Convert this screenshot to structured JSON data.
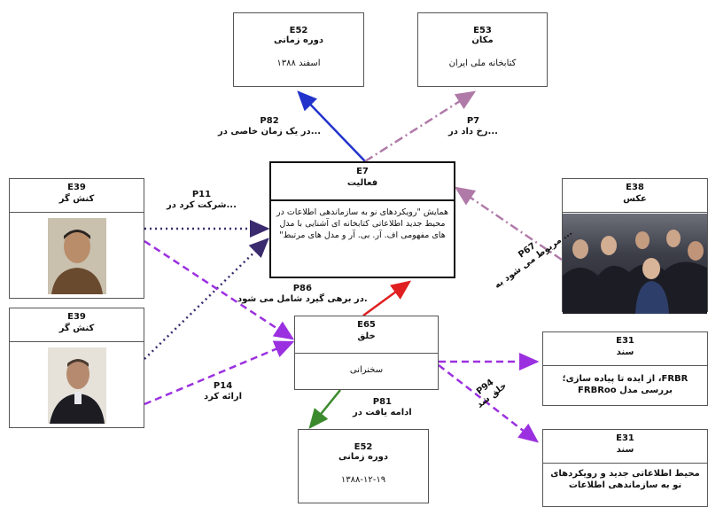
{
  "nodes": {
    "e52_top": {
      "code": "E52",
      "title": "دوره زمانی",
      "value": "اسفند ۱۳۸۸"
    },
    "e53": {
      "code": "E53",
      "title": "مکان",
      "value": "کتابخانه ملی ایران"
    },
    "e7": {
      "code": "E7",
      "title": "فعالیت",
      "value": "همایش \"رویکردهای نو به سازماندهی اطلاعات در محیط جدید اطلاعاتی کتابخانه ای آشنایی با مدل های مفهومی اف. آر. بی. آر و مدل های مرتبط\""
    },
    "e39_a": {
      "code": "E39",
      "title": "کنش گر"
    },
    "e39_b": {
      "code": "E39",
      "title": "کنش گر"
    },
    "e38": {
      "code": "E38",
      "title": "عکس"
    },
    "e65": {
      "code": "E65",
      "title": "خلق",
      "value": "سخنرانی"
    },
    "e31_a": {
      "code": "E31",
      "title": "سند",
      "value": "FRBR، از ایده تا پیاده سازی؛ بررسی مدل FRBRoo"
    },
    "e31_b": {
      "code": "E31",
      "title": "سند",
      "value": "محیط اطلاعاتی جدید و رویکردهای نو به سازماندهی اطلاعات"
    },
    "e52_bottom": {
      "code": "E52",
      "title": "دوره زمانی",
      "value": "۱۳۸۸-۱۲-۱۹"
    }
  },
  "edges": {
    "p82": {
      "code": "P82",
      "label": "در یک زمان خاصی در..."
    },
    "p7": {
      "code": "P7",
      "label": "رخ داد در..."
    },
    "p11": {
      "code": "P11",
      "label": "شرکت کرد در..."
    },
    "p67": {
      "code": "P67",
      "label": "مربوط می شود به ..."
    },
    "p86": {
      "code": "P86",
      "label": "در برهی گیرد شامل می شود."
    },
    "p14": {
      "code": "P14",
      "label": "ارائه کرد"
    },
    "p81": {
      "code": "P81",
      "label": "ادامه یافت در"
    },
    "p94": {
      "code": "P94",
      "label": "خلق شد"
    }
  },
  "colors": {
    "p82": "#2233cc",
    "p7": "#b07aa8",
    "p67": "#b07aa8",
    "p11": "#3a2a6e",
    "p14": "#9b30e0",
    "p86": "#e02020",
    "p81": "#3c8a2e",
    "p94": "#9b30e0"
  },
  "icons": [
    "portrait-photo",
    "portrait-photo",
    "audience-photo"
  ]
}
